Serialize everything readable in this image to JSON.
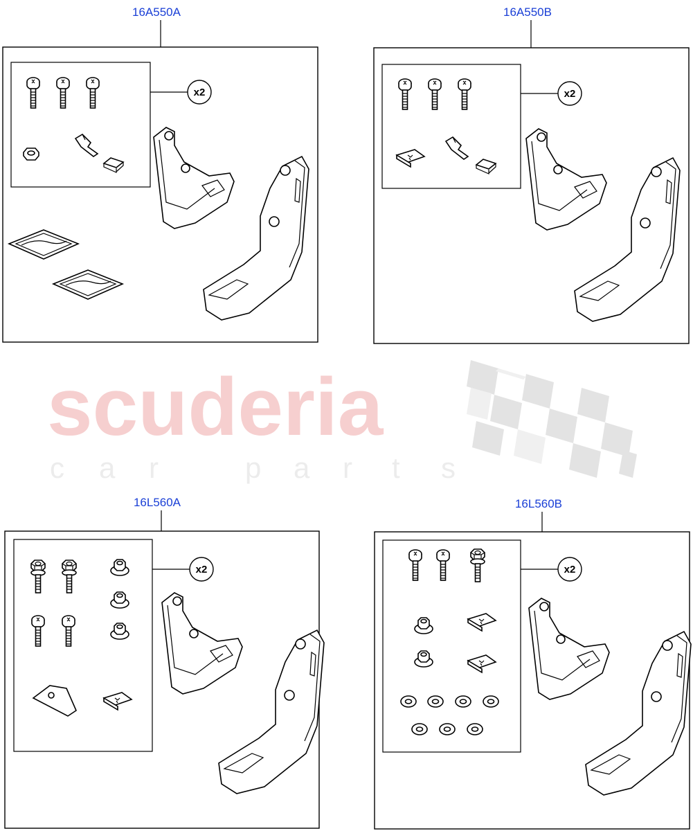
{
  "watermark": {
    "brand": "scuderia",
    "tagline": "car parts"
  },
  "panels": [
    {
      "code": "16A550A",
      "quantity": "x2"
    },
    {
      "code": "16A550B",
      "quantity": "x2"
    },
    {
      "code": "16L560A",
      "quantity": "x2"
    },
    {
      "code": "16L560B",
      "quantity": "x2"
    }
  ],
  "colors": {
    "code_text": "#1a3fd6",
    "watermark_red": "#f6cfcf",
    "watermark_grey": "#ececec",
    "line": "#000000"
  }
}
